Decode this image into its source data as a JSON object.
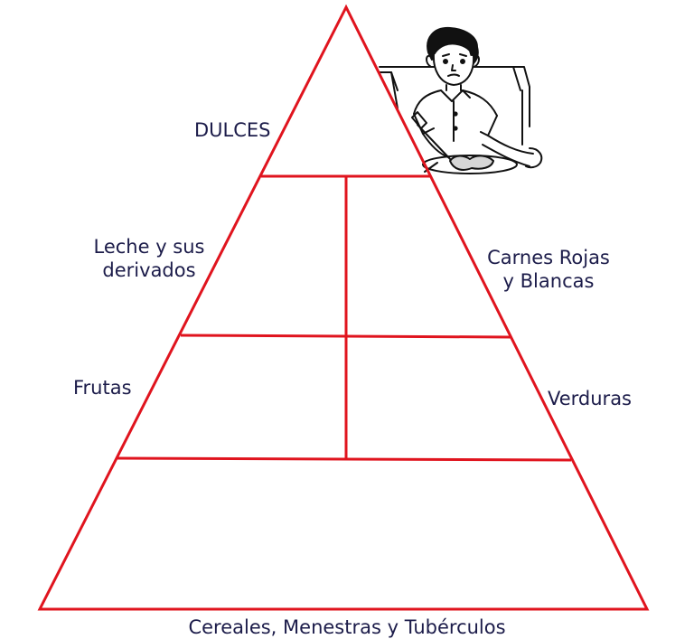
{
  "pyramid": {
    "levels": {
      "sweets": "DULCES",
      "dairy": [
        "Leche y sus",
        "derivados"
      ],
      "meats": [
        "Carnes Rojas",
        "y Blancas"
      ],
      "fruits": "Frutas",
      "vegetables": "Verduras",
      "cereals": "Cereales, Menestras y Tubérculos"
    }
  },
  "colors": {
    "outline": "#e0141e",
    "text": "#1c1c4a",
    "illustration": "#111111"
  },
  "illustration": {
    "icon": "boy-eating-at-table-icon"
  }
}
